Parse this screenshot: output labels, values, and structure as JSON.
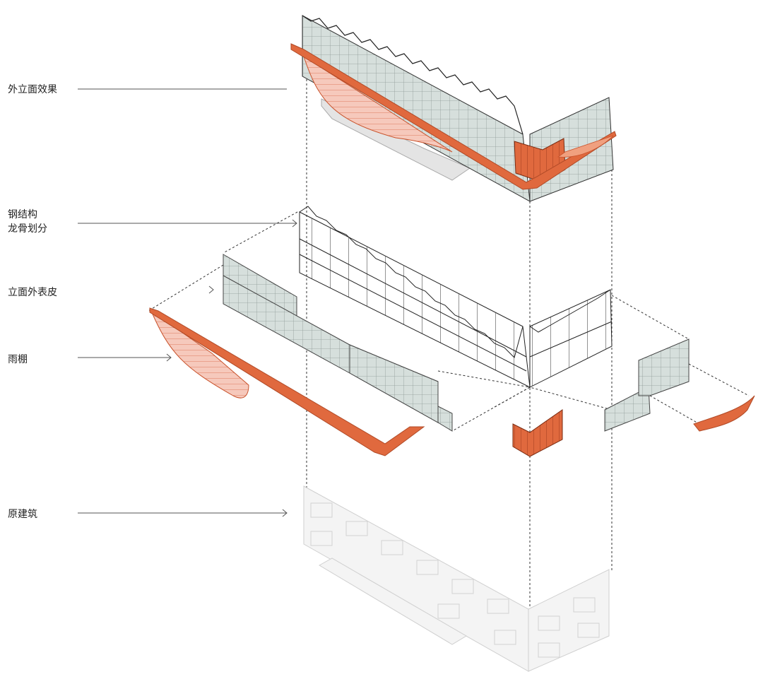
{
  "labels": {
    "facade_effect": "外立面效果",
    "steel_structure": "钢结构\n龙骨划分",
    "facade_skin": "立面外表皮",
    "canopy": "雨棚",
    "original_building": "原建筑"
  },
  "colors": {
    "canopy": "#e0693e",
    "canopy_dark": "#c9532c",
    "canopy_hatch": "#f2b4a3",
    "glass": "#d6dfdc",
    "glass_line": "#8e9a97",
    "frame": "#2a2a2a",
    "ghost": "#cfcfcf",
    "ghost_fill": "#f4f4f4",
    "leader": "#555555"
  }
}
